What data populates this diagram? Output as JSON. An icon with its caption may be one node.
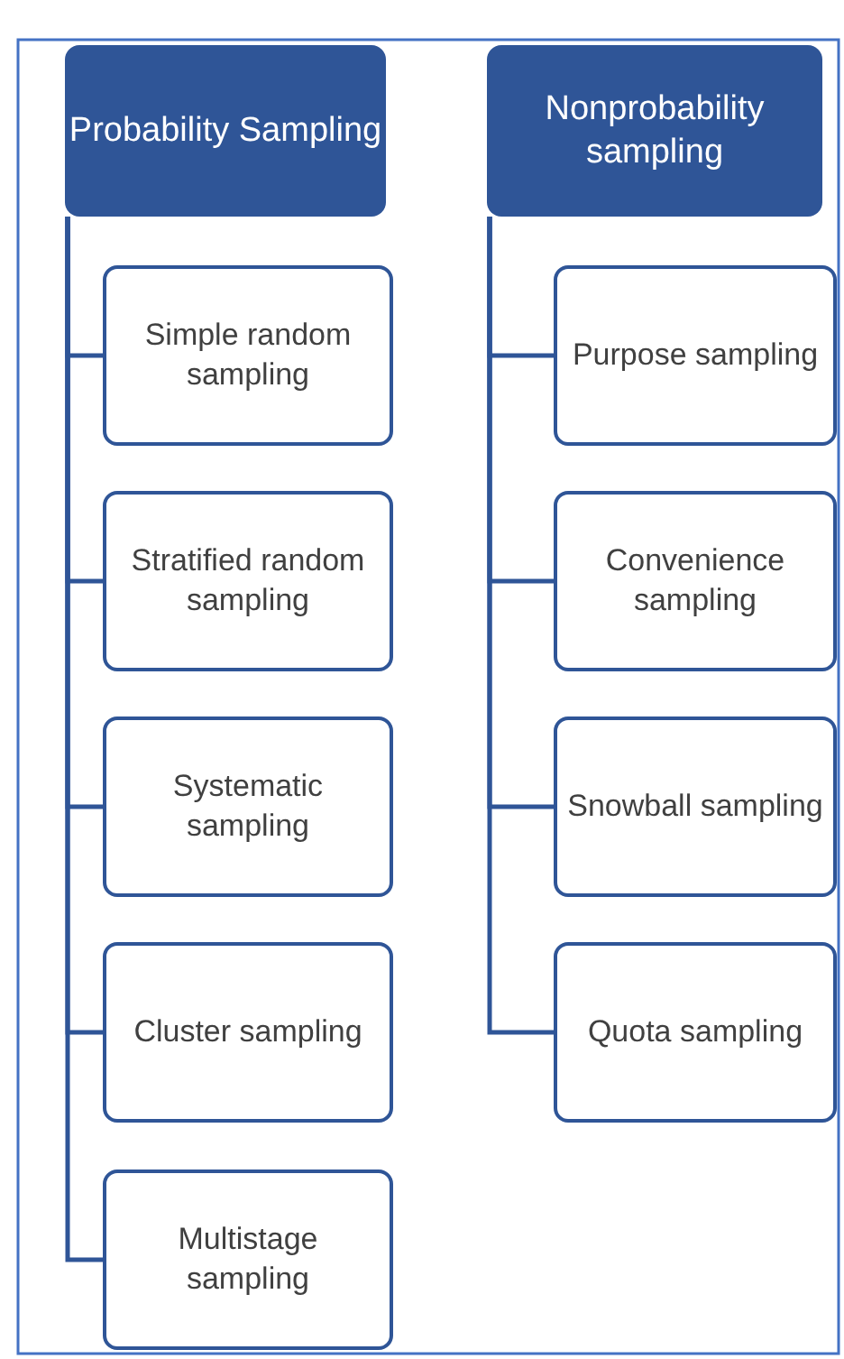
{
  "diagram": {
    "nodes": [
      {
        "text": [
          "Probability Sampling"
        ]
      },
      {
        "text": [
          "Simple random sampling"
        ]
      },
      {
        "text": [
          "Stratified random sampling"
        ]
      },
      {
        "text": [
          "Systematic sampling"
        ]
      },
      {
        "text": [
          "Cluster sampling"
        ]
      },
      {
        "text": [
          "Multistage sampling"
        ]
      },
      {
        "text": [
          "Nonprobability sampling"
        ]
      },
      {
        "text": [
          "Purpose sampling"
        ]
      },
      {
        "text": [
          "Convenience sampling"
        ]
      },
      {
        "text": [
          "Snowball sampling"
        ]
      },
      {
        "text": [
          "Quota sampling"
        ]
      }
    ],
    "edges": [
      {
        "from": 0,
        "to": 1,
        "arrow": "none"
      },
      {
        "from": 0,
        "to": 2,
        "arrow": "none"
      },
      {
        "from": 0,
        "to": 3,
        "arrow": "none"
      },
      {
        "from": 0,
        "to": 4,
        "arrow": "none"
      },
      {
        "from": 0,
        "to": 5,
        "arrow": "none"
      },
      {
        "from": 6,
        "to": 7,
        "arrow": "none"
      },
      {
        "from": 6,
        "to": 8,
        "arrow": "none"
      },
      {
        "from": 6,
        "to": 9,
        "arrow": "none"
      },
      {
        "from": 6,
        "to": 10,
        "arrow": "none"
      }
    ]
  }
}
